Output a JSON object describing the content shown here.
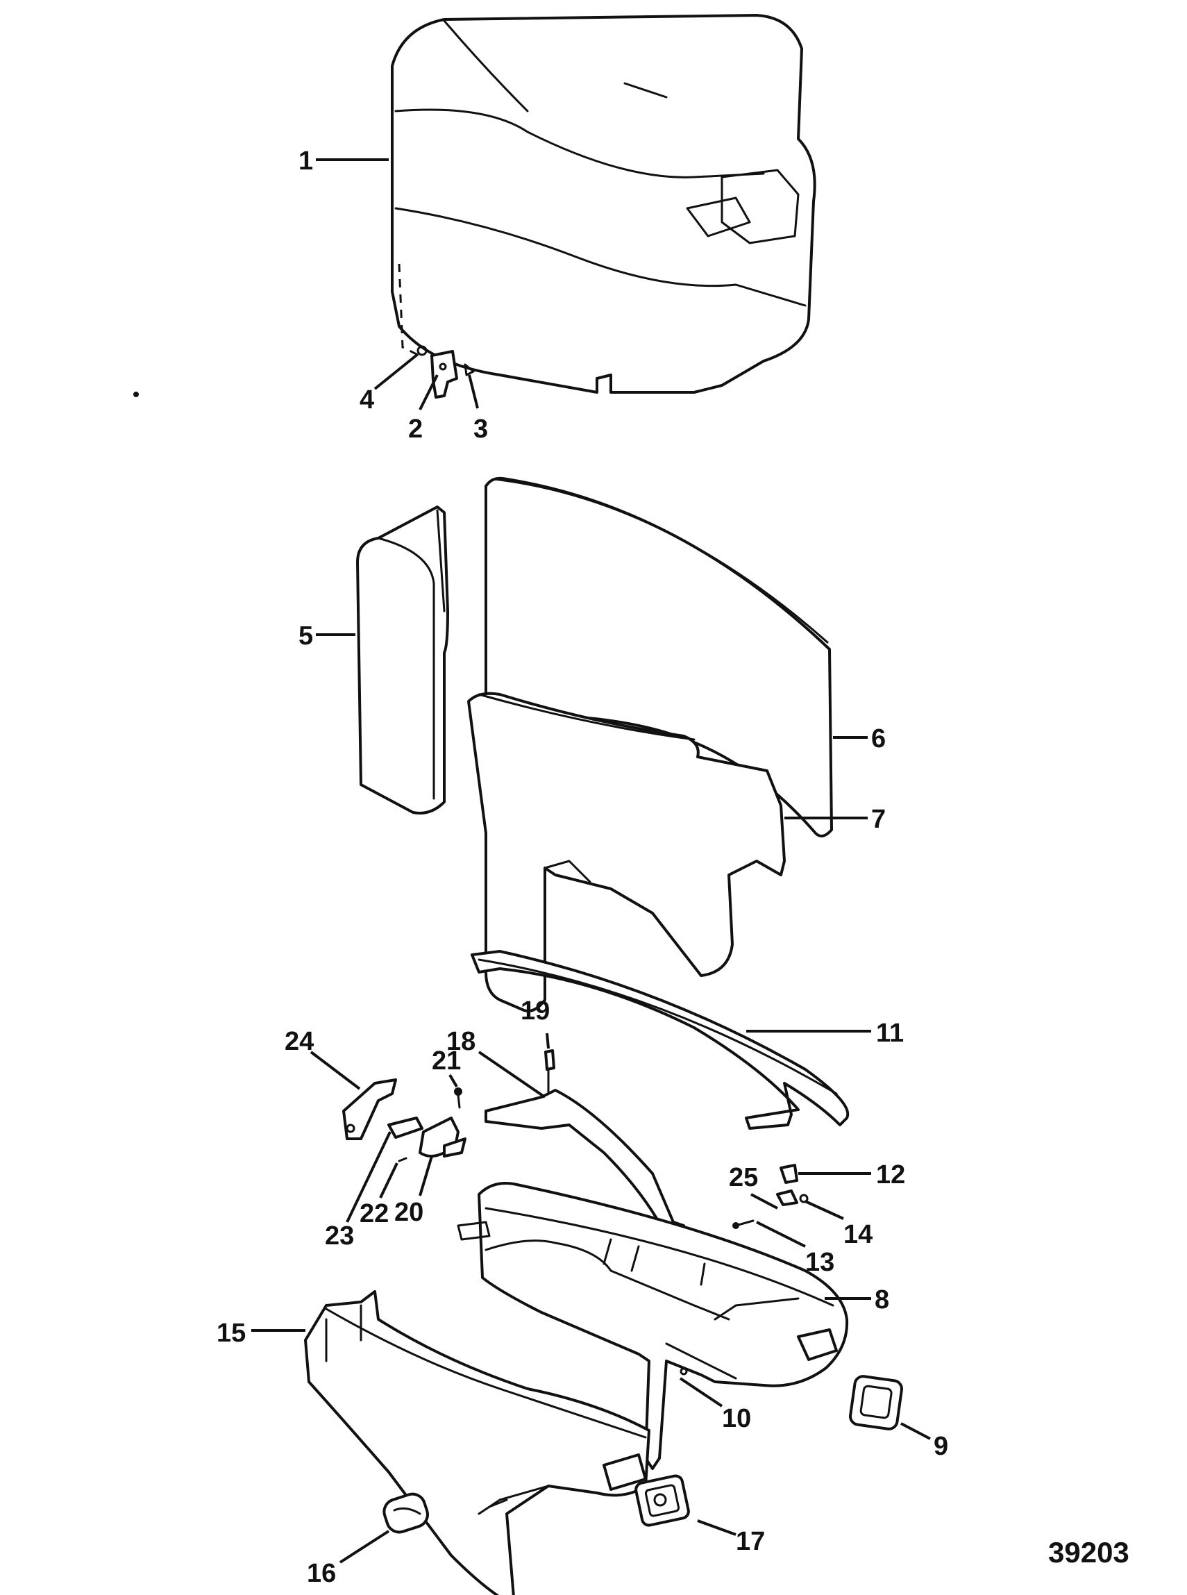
{
  "figure_number": "39203",
  "callouts": [
    {
      "id": "c1",
      "label": "1"
    },
    {
      "id": "c2",
      "label": "2"
    },
    {
      "id": "c3",
      "label": "3"
    },
    {
      "id": "c4",
      "label": "4"
    },
    {
      "id": "c5",
      "label": "5"
    },
    {
      "id": "c6",
      "label": "6"
    },
    {
      "id": "c7",
      "label": "7"
    },
    {
      "id": "c8",
      "label": "8"
    },
    {
      "id": "c9",
      "label": "9"
    },
    {
      "id": "c10",
      "label": "10"
    },
    {
      "id": "c11",
      "label": "11"
    },
    {
      "id": "c12",
      "label": "12"
    },
    {
      "id": "c13",
      "label": "13"
    },
    {
      "id": "c14",
      "label": "14"
    },
    {
      "id": "c15",
      "label": "15"
    },
    {
      "id": "c16",
      "label": "16"
    },
    {
      "id": "c17",
      "label": "17"
    },
    {
      "id": "c18",
      "label": "18"
    },
    {
      "id": "c19",
      "label": "19"
    },
    {
      "id": "c20",
      "label": "20"
    },
    {
      "id": "c21",
      "label": "21"
    },
    {
      "id": "c22",
      "label": "22"
    },
    {
      "id": "c23",
      "label": "23"
    },
    {
      "id": "c24",
      "label": "24"
    },
    {
      "id": "c25",
      "label": "25"
    }
  ]
}
